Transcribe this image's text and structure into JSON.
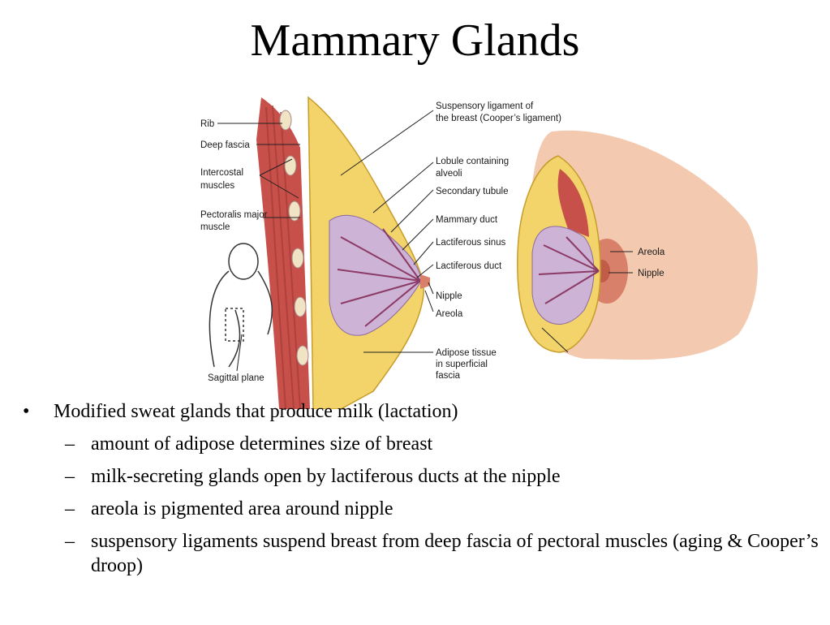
{
  "slide": {
    "title": "Mammary Glands",
    "bullet_main": "Modified sweat glands that produce milk (lactation)",
    "sub_bullets": [
      "amount of adipose determines size of breast",
      "milk-secreting glands open by lactiferous ducts at the nipple",
      "areola is pigmented area around nipple",
      "suspensory ligaments suspend breast from deep fascia of pectoral muscles (aging & Cooper’s droop)"
    ],
    "bullet_symbol": "•",
    "sub_bullet_symbol": "–"
  },
  "figure": {
    "labels_left": {
      "rib": "Rib",
      "deep_fascia": "Deep fascia",
      "intercostal_1": "Intercostal",
      "intercostal_2": "muscles",
      "pectoralis_1": "Pectoralis major",
      "pectoralis_2": "muscle",
      "sagittal": "Sagittal plane"
    },
    "labels_middle": {
      "suspensory_1": "Suspensory ligament of",
      "suspensory_2": "the breast (Cooper’s ligament)",
      "lobule_1": "Lobule containing",
      "lobule_2": "alveoli",
      "secondary": "Secondary tubule",
      "mammary_duct": "Mammary duct",
      "sinus": "Lactiferous sinus",
      "lact_duct": "Lactiferous duct",
      "nipple": "Nipple",
      "areola": "Areola",
      "adipose_1": "Adipose tissue",
      "adipose_2": "in superficial",
      "adipose_3": "fascia"
    },
    "labels_right": {
      "areola": "Areola",
      "nipple": "Nipple"
    },
    "colors": {
      "muscle": "#c8504a",
      "adipose": "#f2d46a",
      "skin": "#f3c9b0",
      "gland": "#cdb3d6",
      "areola": "#d9806a",
      "line": "#222222"
    }
  }
}
